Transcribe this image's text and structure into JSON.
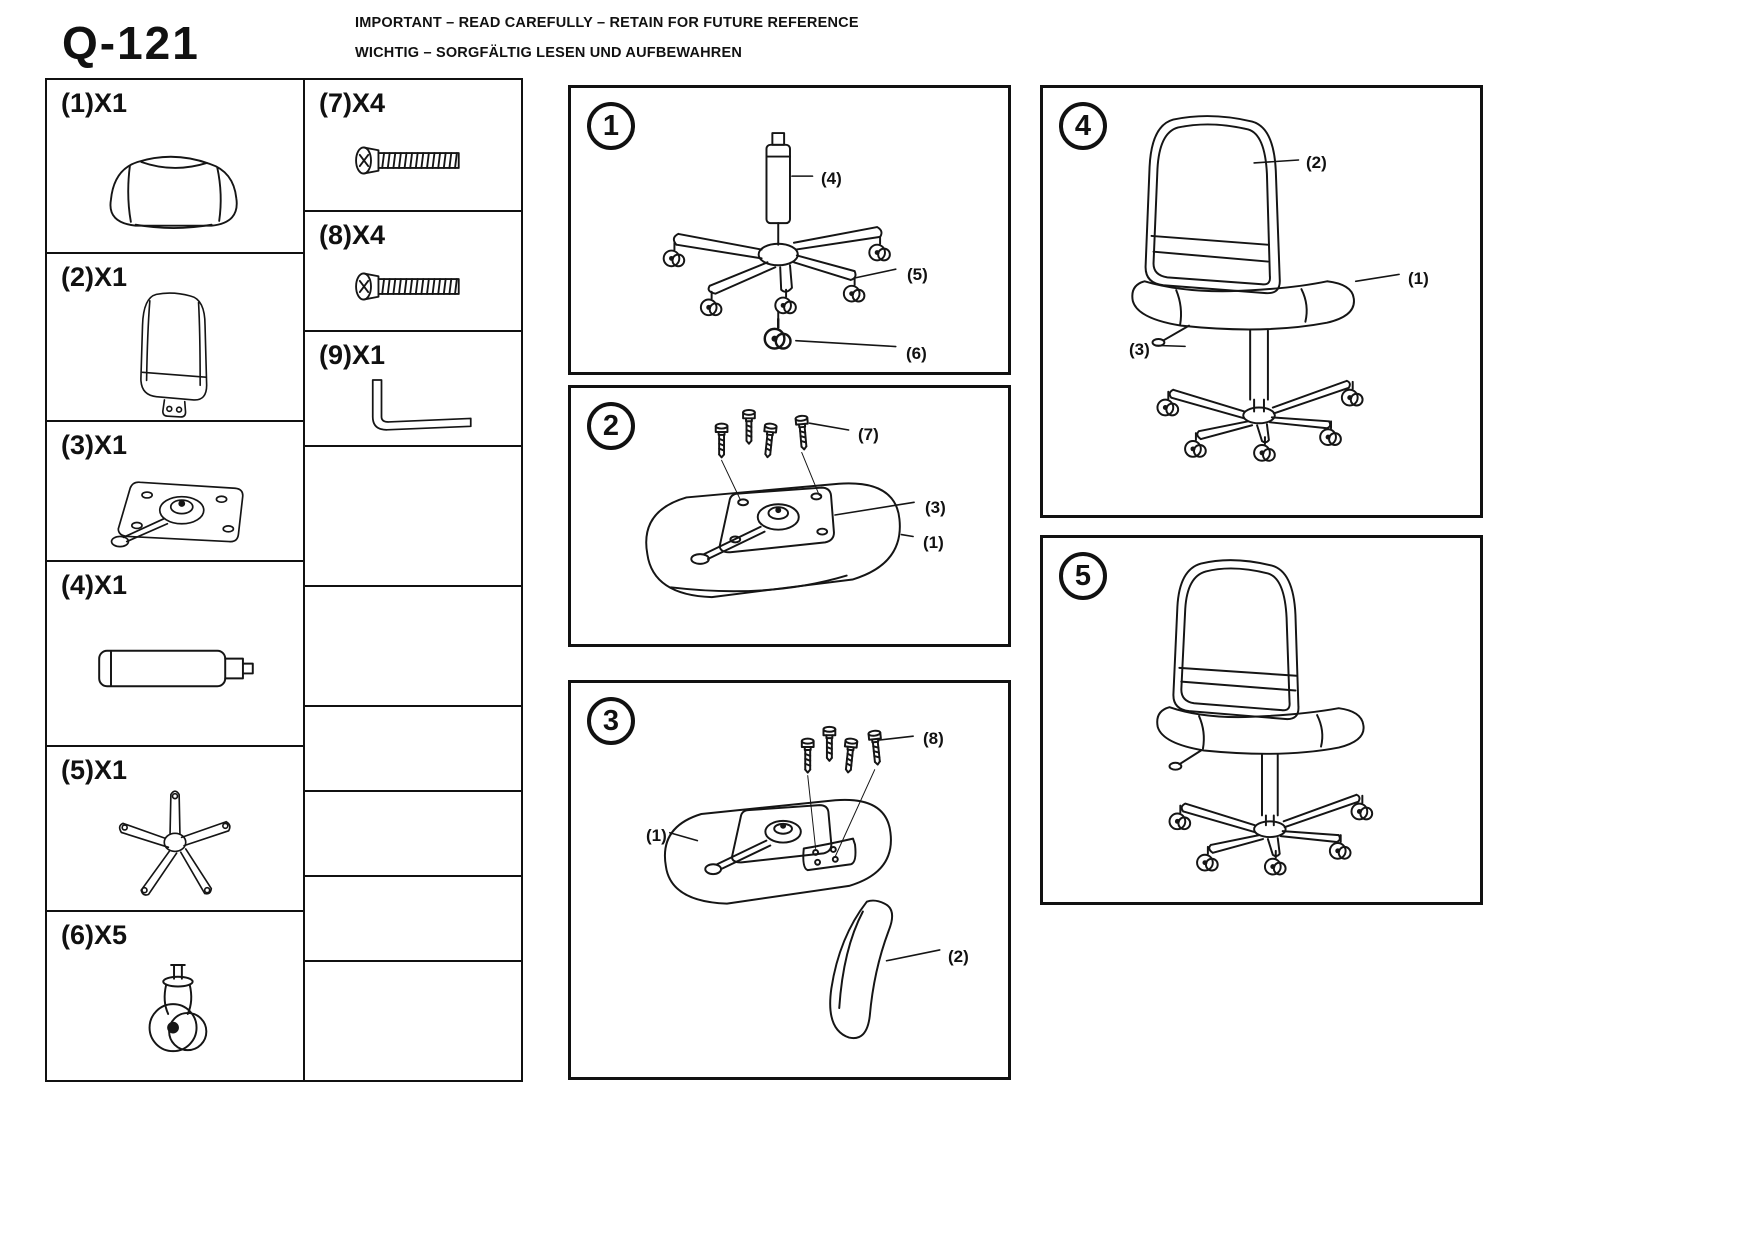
{
  "header": {
    "model": "Q-121",
    "notice_en": "IMPORTANT – READ CAREFULLY – RETAIN FOR FUTURE REFERENCE",
    "notice_de": "WICHTIG – SORGFÄLTIG LESEN UND AUFBEWAHREN"
  },
  "parts": {
    "left": [
      {
        "label": "(1)X1",
        "part": "seat-cushion"
      },
      {
        "label": "(2)X1",
        "part": "backrest"
      },
      {
        "label": "(3)X1",
        "part": "seat-mechanism-plate"
      },
      {
        "label": "(4)X1",
        "part": "gas-lift-cylinder"
      },
      {
        "label": "(5)X1",
        "part": "five-star-base"
      },
      {
        "label": "(6)X5",
        "part": "caster-wheel"
      }
    ],
    "right": [
      {
        "label": "(7)X4",
        "part": "bolt"
      },
      {
        "label": "(8)X4",
        "part": "bolt"
      },
      {
        "label": "(9)X1",
        "part": "allen-key"
      }
    ]
  },
  "steps": [
    {
      "number": "1",
      "callouts": [
        {
          "label": "(4)"
        },
        {
          "label": "(5)"
        },
        {
          "label": "(6)"
        }
      ]
    },
    {
      "number": "2",
      "callouts": [
        {
          "label": "(7)"
        },
        {
          "label": "(3)"
        },
        {
          "label": "(1)"
        }
      ]
    },
    {
      "number": "3",
      "callouts": [
        {
          "label": "(8)"
        },
        {
          "label": "(1)"
        },
        {
          "label": "(2)"
        }
      ]
    },
    {
      "number": "4",
      "callouts": [
        {
          "label": "(2)"
        },
        {
          "label": "(1)"
        },
        {
          "label": "(3)"
        }
      ]
    },
    {
      "number": "5",
      "callouts": []
    }
  ]
}
